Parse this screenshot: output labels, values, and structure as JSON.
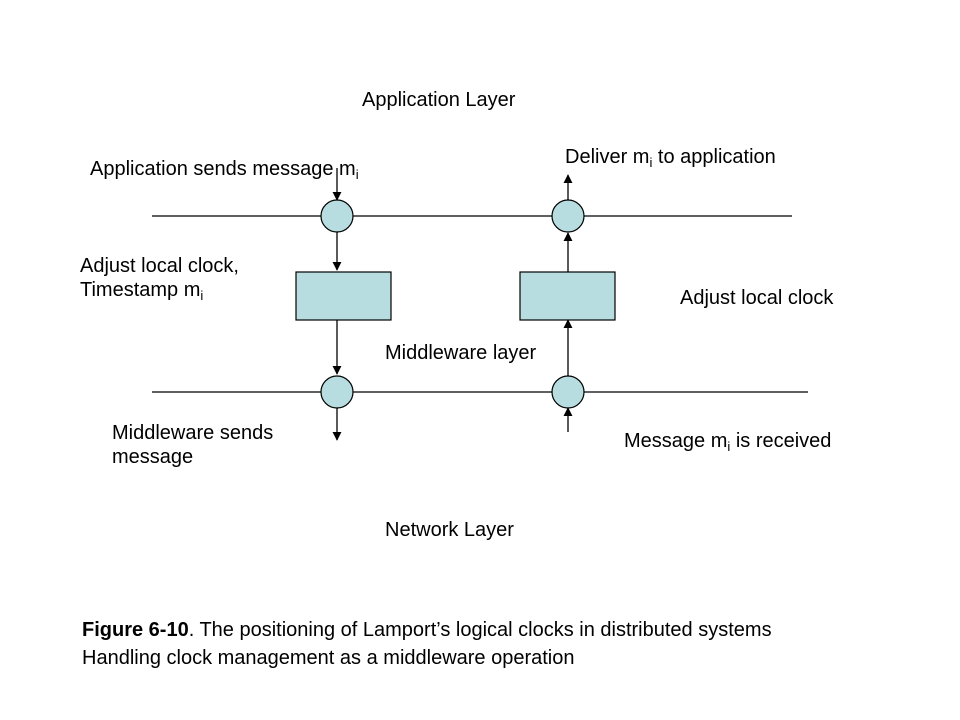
{
  "layers": {
    "application": "Application Layer",
    "middleware": "Middleware layer",
    "network": "Network Layer"
  },
  "labels": {
    "app_sends": {
      "text": "Application sends message m",
      "sub": "i"
    },
    "deliver": {
      "before": "Deliver m",
      "sub": "i",
      "after": " to application"
    },
    "adjust_timestamp": {
      "line1": "Adjust local clock,",
      "line2": "Timestamp m",
      "sub": "i"
    },
    "adjust_local": "Adjust local clock",
    "mw_sends": {
      "line1": "Middleware sends",
      "line2": "message"
    },
    "received": {
      "before": "Message m",
      "sub": "i",
      "after": " is received"
    }
  },
  "caption": {
    "figure": "Figure 6-10",
    "line1_rest": ". The positioning of Lamport’s logical clocks in distributed systems",
    "line2": "Handling clock management as a middleware operation"
  },
  "colors": {
    "node_fill": "#b8dde1",
    "stroke": "#000000"
  }
}
